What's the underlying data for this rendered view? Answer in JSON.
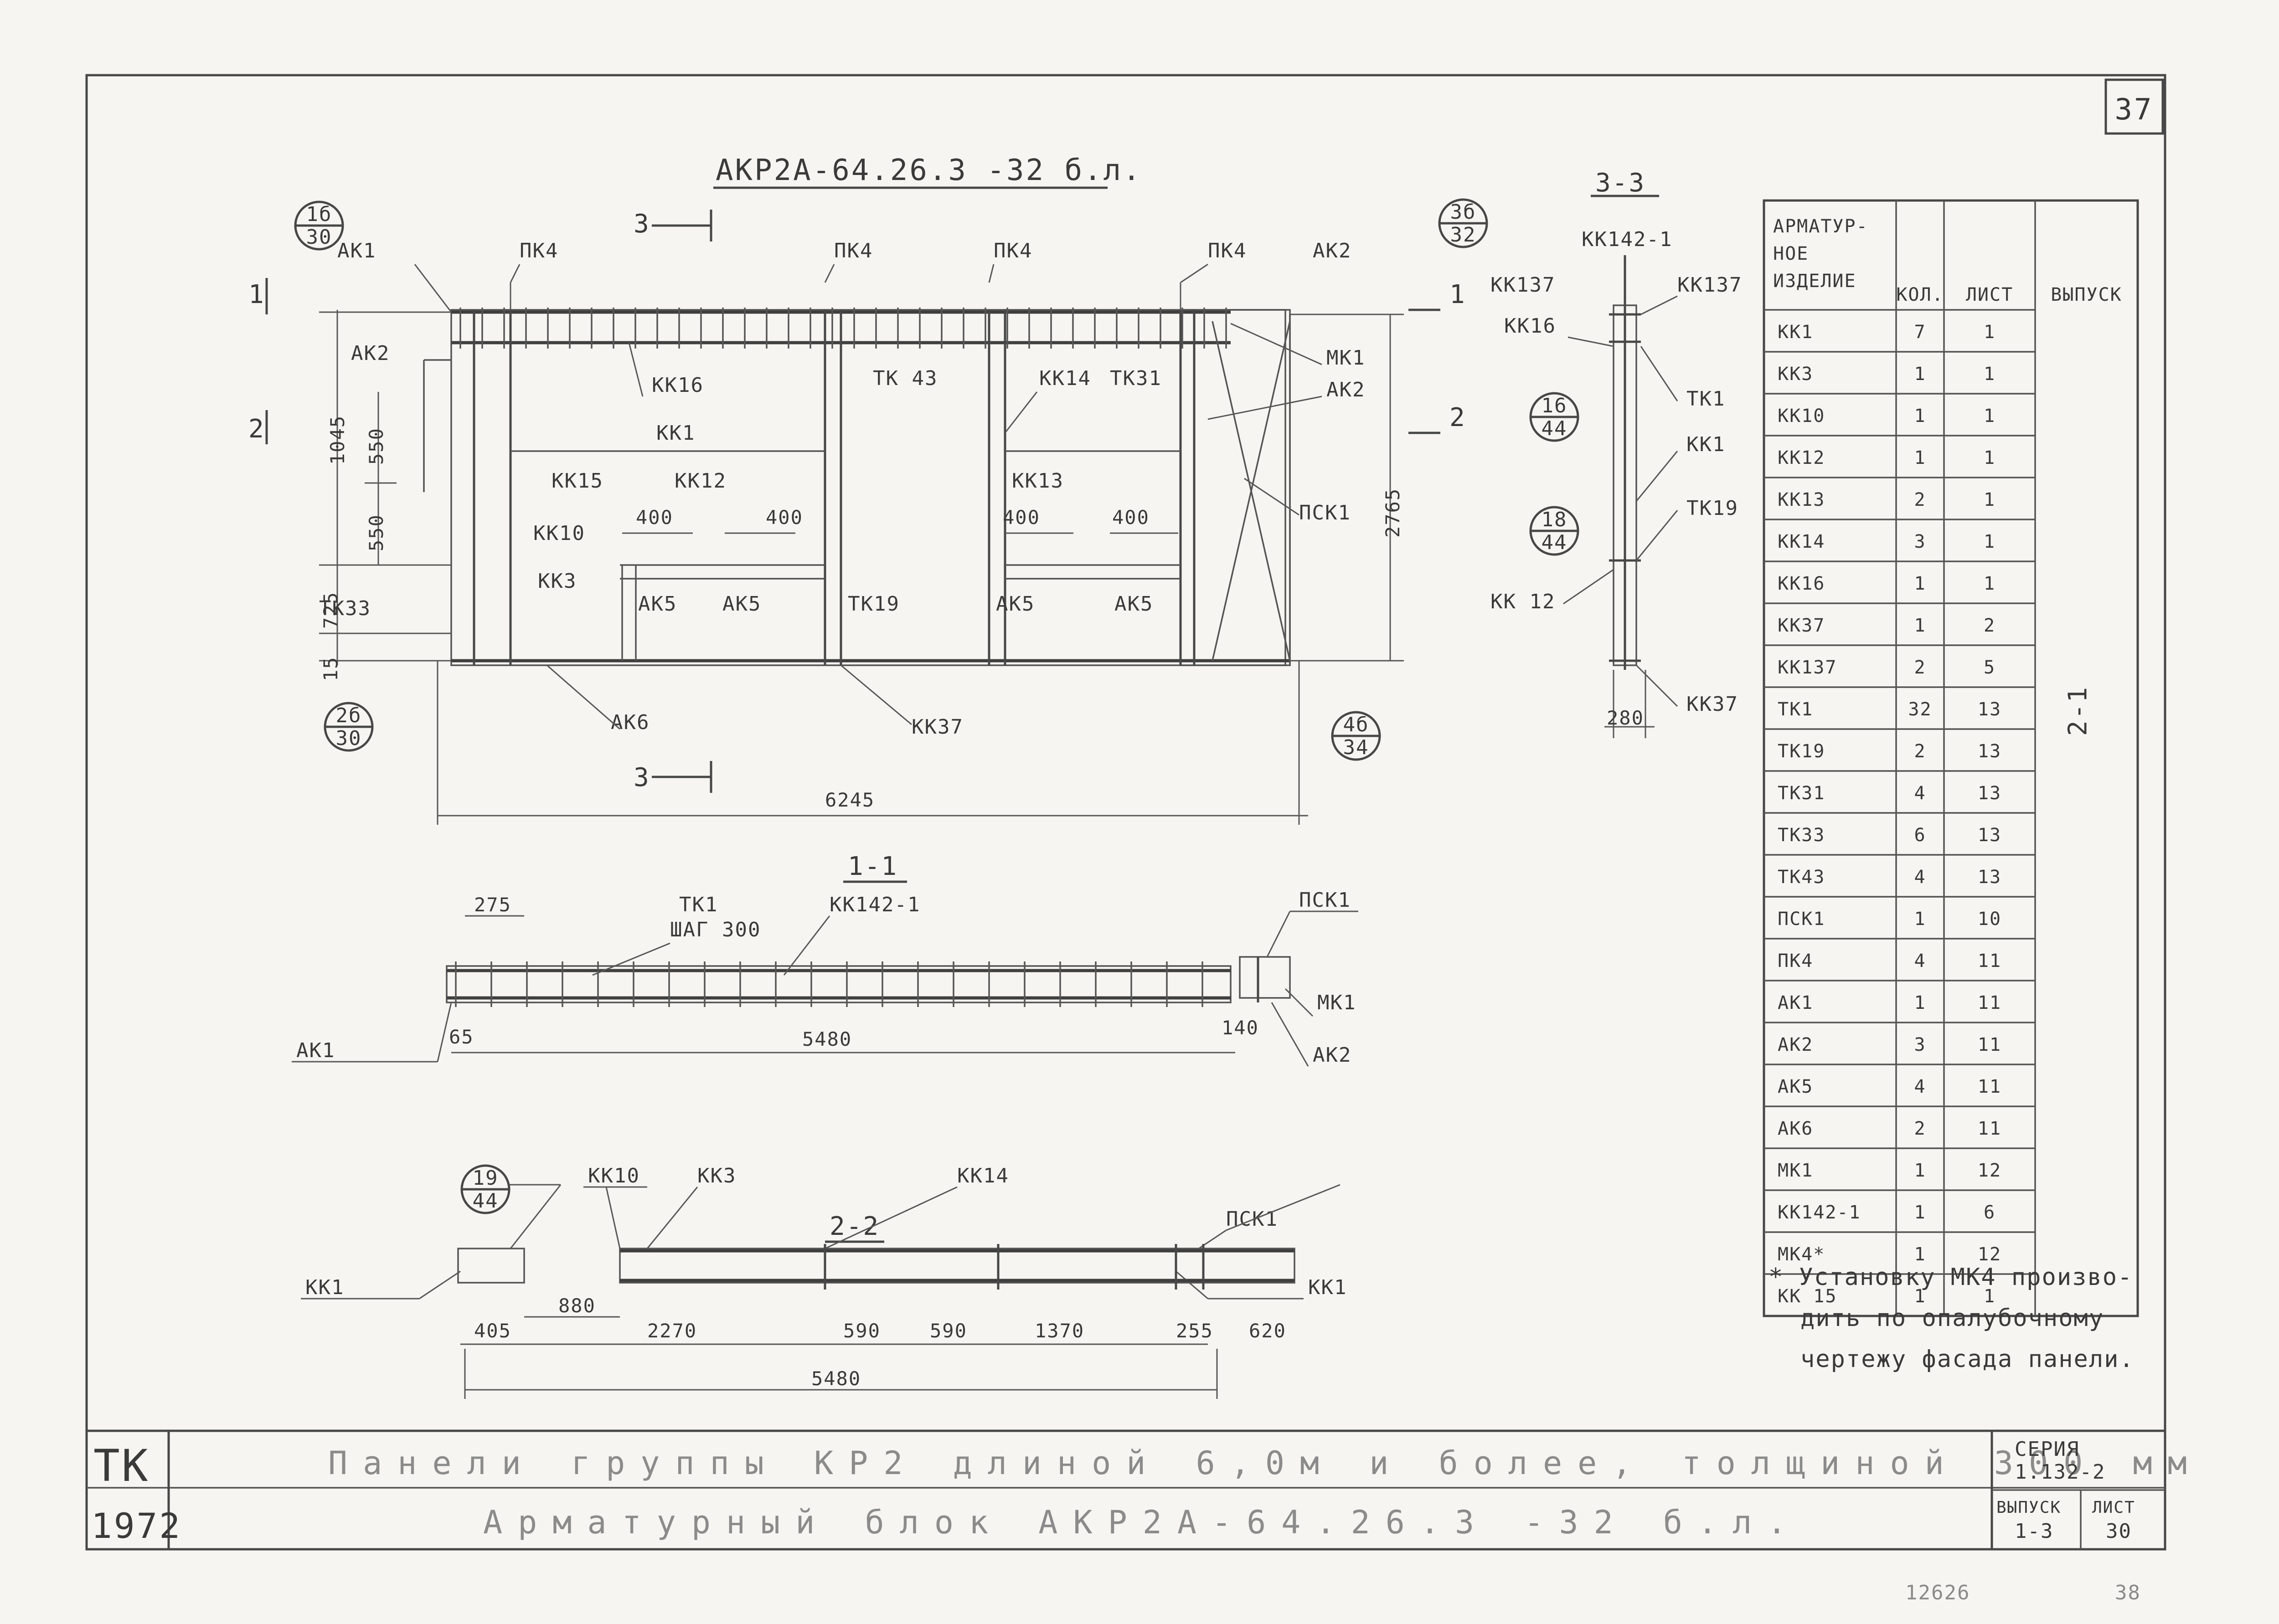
{
  "sheet": {
    "number": "37",
    "bottom_left_number": "12626",
    "bottom_right_number": "38"
  },
  "main_view": {
    "title": "АКР2А-64.26.3 -32 б.л.",
    "labels": {
      "ak1": "АК1",
      "ak2_top": "АК2",
      "pk4_1": "ПК4",
      "pk4_2": "ПК4",
      "pk4_3": "ПК4",
      "pk4_4": "ПК4",
      "ak2_left": "АК2",
      "kk16": "КК16",
      "kk1": "КК1",
      "kk15": "КК15",
      "kk12": "КК12",
      "kk10": "КК10",
      "kk3": "КК3",
      "tk33": "ТК33",
      "ak5_1": "АК5",
      "ak5_2": "АК5",
      "tk43": "ТК 43",
      "tk19": "ТК19",
      "kk14": "КК14",
      "tk31": "ТК31",
      "kk13": "КК13",
      "ak5_3": "АК5",
      "ak5_4": "АК5",
      "mk1": "МК1",
      "ak2_right": "АК2",
      "psk1": "ПСК1",
      "ak6": "АК6",
      "kk37": "КК37"
    },
    "dims": {
      "d1045": "1045",
      "d550a": "550",
      "d550b": "550",
      "d725": "725",
      "d15": "15",
      "d400a": "400",
      "d400b": "400",
      "d400c": "400",
      "d400d": "400",
      "d2765": "2765",
      "d6245": "6245"
    },
    "callouts": {
      "c1_top": "1б",
      "c1_bot": "30",
      "c2_top": "2б",
      "c2_bot": "30",
      "c3_top": "3б",
      "c3_bot": "32",
      "c4_top": "4б",
      "c4_bot": "34"
    },
    "section_marks": {
      "s1": "1",
      "s2": "2",
      "s3": "3",
      "s1r": "1",
      "s2r": "2",
      "s3b": "3"
    }
  },
  "section_33": {
    "title": "3-3",
    "labels": {
      "kk142": "КК142-1",
      "kk137a": "КК137",
      "kk137b": "КК137",
      "kk16": "КК16",
      "tk1": "ТК1",
      "kk1": "КК1",
      "tk19": "ТК19",
      "kk12": "КК 12",
      "kk37": "КК37"
    },
    "dims": {
      "d280": "280"
    },
    "callouts": {
      "c1_top": "16",
      "c1_bot": "44",
      "c2_top": "18",
      "c2_bot": "44"
    }
  },
  "section_11": {
    "title": "1-1",
    "labels": {
      "tk1": "ТК1",
      "step": "ШАГ 300",
      "kk142": "КК142-1",
      "psk1": "ПСК1",
      "ak1": "АК1",
      "mk1": "МК1",
      "ak2": "АК2"
    },
    "dims": {
      "d275": "275",
      "d65": "65",
      "d5480": "5480",
      "d140": "140"
    }
  },
  "section_22": {
    "title": "2-2",
    "labels": {
      "kk10": "КК10",
      "kk3": "КК3",
      "kk14": "КК14",
      "psk1": "ПСК1",
      "kk1a": "КК1",
      "kk1b": "КК1"
    },
    "dims": {
      "d880": "880",
      "d405": "405",
      "d2270": "2270",
      "d590a": "590",
      "d590b": "590",
      "d1370": "1370",
      "d255": "255",
      "d620": "620",
      "d5480": "5480"
    },
    "callouts": {
      "c_top": "19",
      "c_bot": "44"
    }
  },
  "table": {
    "headers": [
      "АРМАТУР-\nНОЕ\nИЗДЕЛИЕ",
      "КОЛ.",
      "ЛИСТ",
      "ВЫПУСК"
    ],
    "rows": [
      [
        "КК1",
        "7",
        "1"
      ],
      [
        "КК3",
        "1",
        "1"
      ],
      [
        "КК10",
        "1",
        "1"
      ],
      [
        "КК12",
        "1",
        "1"
      ],
      [
        "КК13",
        "2",
        "1"
      ],
      [
        "КК14",
        "3",
        "1"
      ],
      [
        "КК16",
        "1",
        "1"
      ],
      [
        "КК37",
        "1",
        "2"
      ],
      [
        "КК137",
        "2",
        "5"
      ],
      [
        "ТК1",
        "32",
        "13"
      ],
      [
        "ТК19",
        "2",
        "13"
      ],
      [
        "ТК31",
        "4",
        "13"
      ],
      [
        "ТК33",
        "6",
        "13"
      ],
      [
        "ТК43",
        "4",
        "13"
      ],
      [
        "ПСК1",
        "1",
        "10"
      ],
      [
        "ПК4",
        "4",
        "11"
      ],
      [
        "АК1",
        "1",
        "11"
      ],
      [
        "АК2",
        "3",
        "11"
      ],
      [
        "АК5",
        "4",
        "11"
      ],
      [
        "АК6",
        "2",
        "11"
      ],
      [
        "МК1",
        "1",
        "12"
      ],
      [
        "КК142-1",
        "1",
        "6"
      ],
      [
        "МК4*",
        "1",
        "12"
      ],
      [
        "КК 15",
        "1",
        "1"
      ]
    ],
    "vypusk_value": "2-1"
  },
  "note": {
    "line1": "* Установку МК4 произво-",
    "line2": "дить по опалубочному",
    "line3": "чертежу фасада панели."
  },
  "title_block": {
    "org": "ТК",
    "year": "1972",
    "line1": "Панели группы КР2 длиной 6,0м и более, толщиной 300 мм",
    "line2": "Арматурный блок АКР2А-64.26.3 -32 б.л.",
    "series_label": "СЕРИЯ",
    "series_value": "1.132-2",
    "issue_label": "ВЫПУСК",
    "issue_value": "1-3",
    "sheet_label": "ЛИСТ",
    "sheet_value": "30"
  }
}
